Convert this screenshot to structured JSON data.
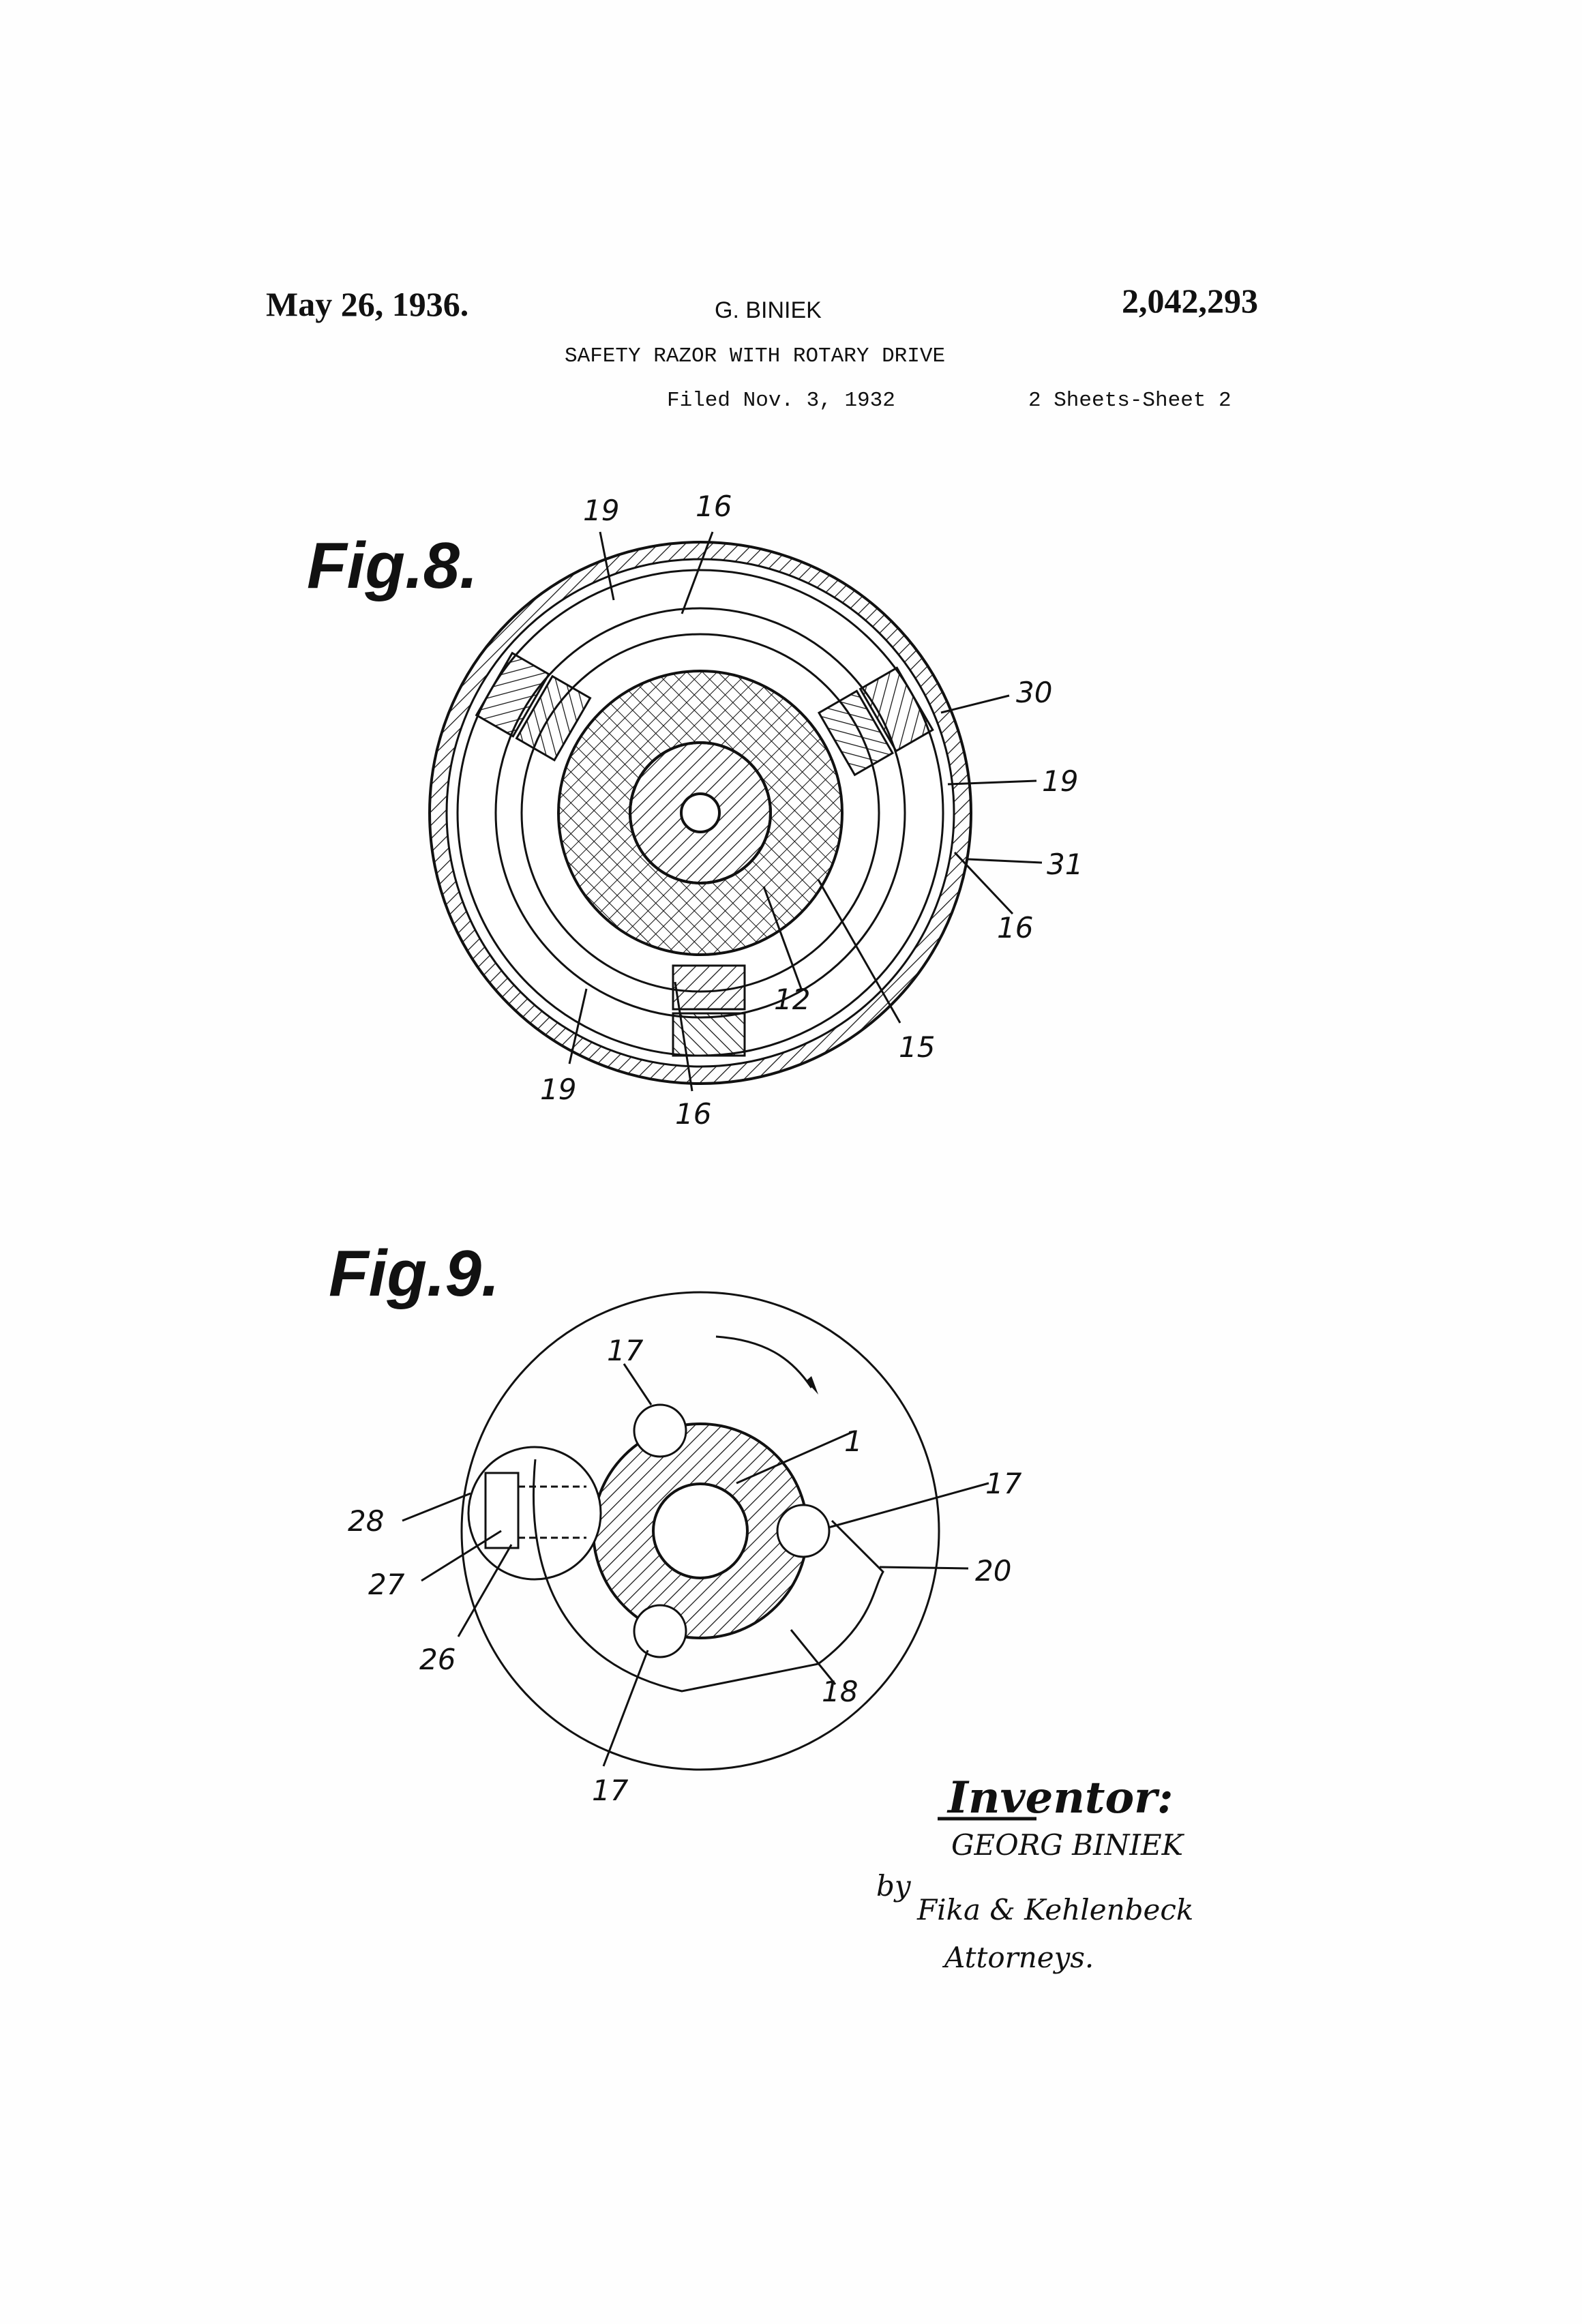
{
  "header": {
    "date": "May 26, 1936.",
    "inventor": "G. BINIEK",
    "patent_number": "2,042,293",
    "title": "SAFETY RAZOR WITH ROTARY DRIVE",
    "filed": "Filed Nov. 3, 1932",
    "sheets": "2 Sheets-Sheet 2"
  },
  "figures": {
    "fig8": {
      "title": "Fig.8.",
      "labels": [
        "19",
        "16",
        "30",
        "19",
        "31",
        "16",
        "12",
        "15",
        "19",
        "16"
      ]
    },
    "fig9": {
      "title": "Fig.9.",
      "labels": [
        "17",
        "1",
        "17",
        "20",
        "28",
        "27",
        "26",
        "18",
        "17"
      ]
    }
  },
  "signature": {
    "heading": "Inventor:",
    "name": "GEORG BINIEK",
    "by": "by",
    "attorney_signature": "Fika & Kehlenbeck",
    "attorneys": "Attorneys."
  }
}
